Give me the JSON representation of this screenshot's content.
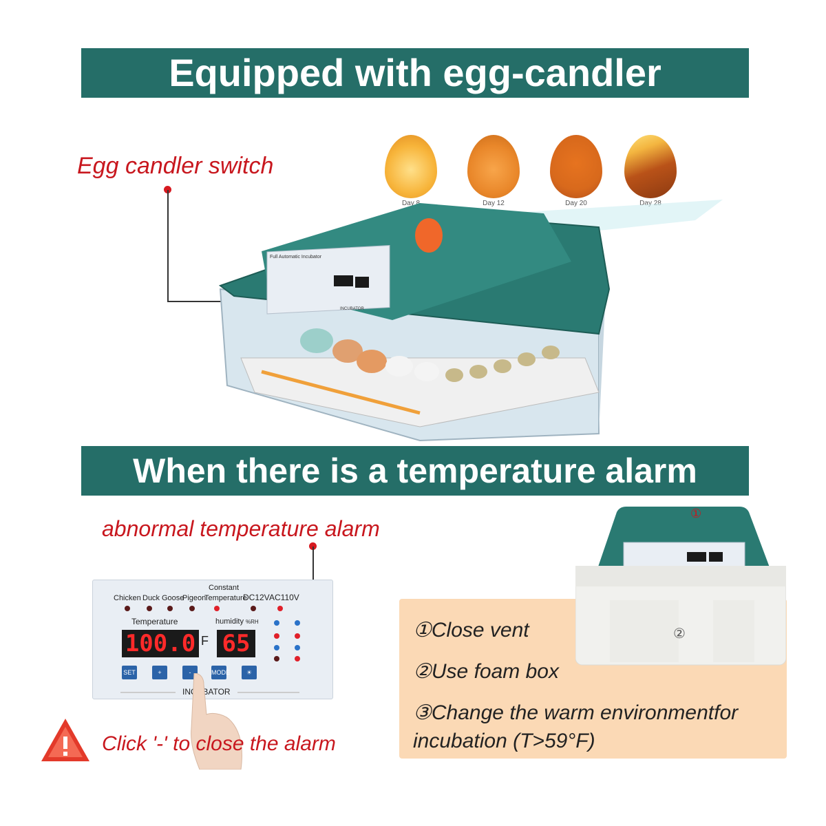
{
  "banner_top": "Equipped with egg-candler",
  "banner_bottom": "When there is a temperature alarm",
  "callout_candler": "Egg candler switch",
  "eggs": [
    {
      "label": "Day 8",
      "color": "#f7b43a"
    },
    {
      "label": "Day 12",
      "color": "#e9872a"
    },
    {
      "label": "Day 20",
      "color": "#d8691c"
    },
    {
      "label": "Day 28",
      "color": "#b95218"
    }
  ],
  "incubator_panel": {
    "title": "Full Automatic Incubator",
    "brand": "INCUBATOR"
  },
  "callout_alarm": "abnormal temperature alarm",
  "panel": {
    "modes": [
      "Chicken",
      "Duck",
      "Goose",
      "Pigeon"
    ],
    "constant_line1": "Constant",
    "constant_line2": "Temperature",
    "dc": "DC12V",
    "ac": "AC110V",
    "temperature_label": "Temperature",
    "humidity_label": "humidity",
    "humidity_unit": "%RH",
    "temp_value": "100.0",
    "temp_unit": "F",
    "humidity_value": "65",
    "buttons": [
      "SET",
      "+",
      "-",
      "MODE",
      "☀"
    ],
    "brand": "INCUBATOR"
  },
  "click_note": "Click '-' to close the alarm",
  "foam_box": {
    "marker1": "①",
    "marker2": "②"
  },
  "notes": [
    "①Close vent",
    "②Use foam box",
    "③Change the warm environmentfor",
    "incubation (T>59°F)"
  ],
  "colors": {
    "banner": "#256e68",
    "callout_red": "#c8171e",
    "notes_bg": "#fbd9b5",
    "incubator_teal": "#2a7a72"
  }
}
